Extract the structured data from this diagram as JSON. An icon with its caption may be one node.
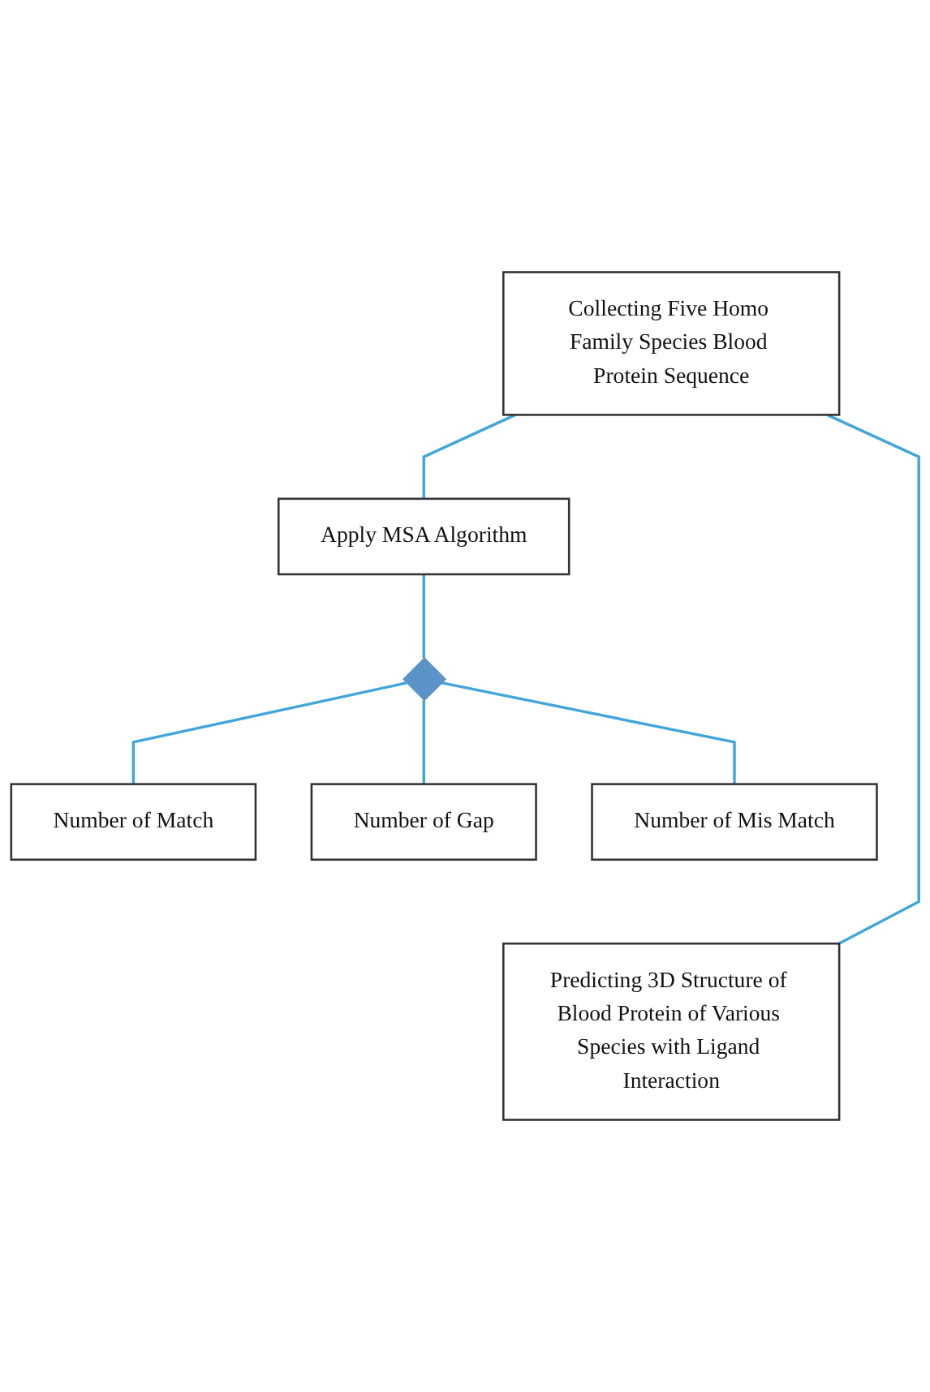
{
  "diagram": {
    "nodes": [
      {
        "text": [
          "Collecting Five Homo Family Species Blood Protein Sequence"
        ]
      },
      {
        "text": [
          "Apply MSA Algorithm"
        ]
      },
      {
        "text": [],
        "shape": "diamond"
      },
      {
        "text": [
          "Number of Match"
        ]
      },
      {
        "text": [
          "Number of Gap"
        ]
      },
      {
        "text": [
          "Number of Mis Match"
        ]
      },
      {
        "text": [
          "Predicting 3D Structure of Blood Protein of Various Species with Ligand Interaction"
        ]
      }
    ],
    "edges": [
      {
        "from": 0,
        "to": 1,
        "arrow": "none"
      },
      {
        "from": 1,
        "to": 2,
        "arrow": "none"
      },
      {
        "from": 2,
        "to": 3,
        "arrow": "none"
      },
      {
        "from": 2,
        "to": 4,
        "arrow": "none"
      },
      {
        "from": 2,
        "to": 5,
        "arrow": "none"
      },
      {
        "from": 0,
        "to": 6,
        "arrow": "none"
      }
    ]
  }
}
